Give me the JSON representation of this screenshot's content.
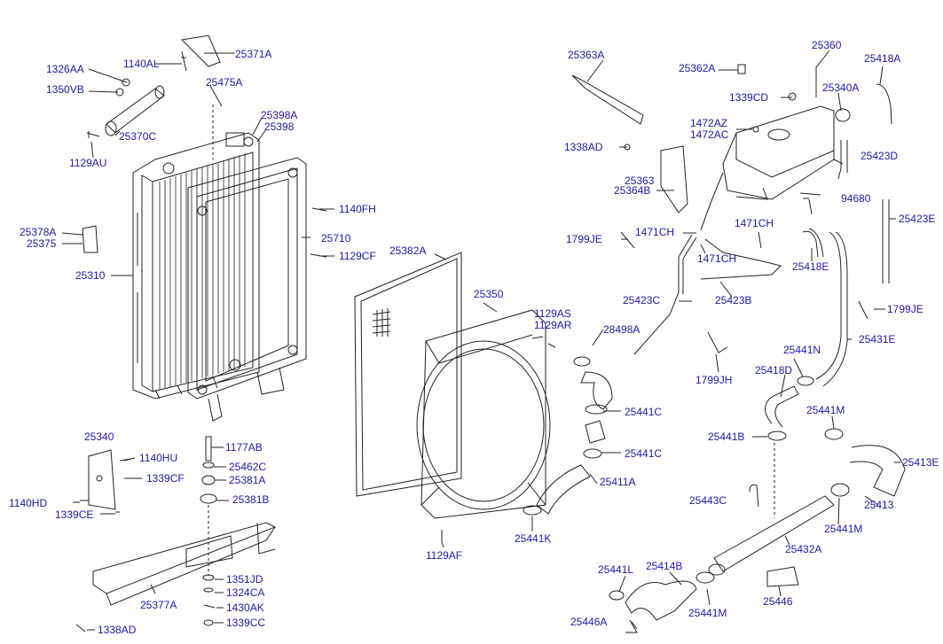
{
  "labels": [
    {
      "id": "l01",
      "text": "1326AA"
    },
    {
      "id": "l02",
      "text": "1140AL"
    },
    {
      "id": "l03",
      "text": "25371A"
    },
    {
      "id": "l04",
      "text": "1350VB"
    },
    {
      "id": "l05",
      "text": "25475A"
    },
    {
      "id": "l06",
      "text": "25398A"
    },
    {
      "id": "l07",
      "text": "25398"
    },
    {
      "id": "l08",
      "text": "25370C"
    },
    {
      "id": "l09",
      "text": "1129AU"
    },
    {
      "id": "l10",
      "text": "1140FH"
    },
    {
      "id": "l11",
      "text": "25378A"
    },
    {
      "id": "l12",
      "text": "25375"
    },
    {
      "id": "l13",
      "text": "25710"
    },
    {
      "id": "l14",
      "text": "1129CF"
    },
    {
      "id": "l15",
      "text": "25310"
    },
    {
      "id": "l16",
      "text": "25382A"
    },
    {
      "id": "l17",
      "text": "25340"
    },
    {
      "id": "l18",
      "text": "1140HU"
    },
    {
      "id": "l19",
      "text": "1339CF"
    },
    {
      "id": "l20",
      "text": "1140HD"
    },
    {
      "id": "l21",
      "text": "1339CE"
    },
    {
      "id": "l22",
      "text": "1177AB"
    },
    {
      "id": "l23",
      "text": "25462C"
    },
    {
      "id": "l24",
      "text": "25381A"
    },
    {
      "id": "l25",
      "text": "25381B"
    },
    {
      "id": "l26",
      "text": "1351JD"
    },
    {
      "id": "l27",
      "text": "1324CA"
    },
    {
      "id": "l28",
      "text": "25377A"
    },
    {
      "id": "l29",
      "text": "1430AK"
    },
    {
      "id": "l30",
      "text": "1338AD"
    },
    {
      "id": "l31",
      "text": "1339CC"
    },
    {
      "id": "l32",
      "text": "25350"
    },
    {
      "id": "l33",
      "text": "1129AS"
    },
    {
      "id": "l34",
      "text": "1129AR"
    },
    {
      "id": "l35",
      "text": "28498A"
    },
    {
      "id": "l36",
      "text": "25441C"
    },
    {
      "id": "l37",
      "text": "25441C"
    },
    {
      "id": "l38",
      "text": "25411A"
    },
    {
      "id": "l39",
      "text": "25441K"
    },
    {
      "id": "l40",
      "text": "1129AF"
    },
    {
      "id": "l41",
      "text": "25363A"
    },
    {
      "id": "l42",
      "text": "25362A"
    },
    {
      "id": "l43",
      "text": "25360"
    },
    {
      "id": "l44",
      "text": "25418A"
    },
    {
      "id": "l45",
      "text": "1339CD"
    },
    {
      "id": "l46",
      "text": "25340A"
    },
    {
      "id": "l47",
      "text": "1472AZ"
    },
    {
      "id": "l48",
      "text": "1472AC"
    },
    {
      "id": "l49",
      "text": "1338AD"
    },
    {
      "id": "l50",
      "text": "25423D"
    },
    {
      "id": "l51",
      "text": "25363"
    },
    {
      "id": "l52",
      "text": "25364B"
    },
    {
      "id": "l53",
      "text": "94680"
    },
    {
      "id": "l54",
      "text": "25423E"
    },
    {
      "id": "l55",
      "text": "1471CH"
    },
    {
      "id": "l56",
      "text": "1471CH"
    },
    {
      "id": "l57",
      "text": "1799JE"
    },
    {
      "id": "l58",
      "text": "1471CH"
    },
    {
      "id": "l59",
      "text": "25418E"
    },
    {
      "id": "l60",
      "text": "25423C"
    },
    {
      "id": "l61",
      "text": "25423B"
    },
    {
      "id": "l62",
      "text": "1799JE"
    },
    {
      "id": "l63",
      "text": "25431E"
    },
    {
      "id": "l64",
      "text": "25441N"
    },
    {
      "id": "l65",
      "text": "25418D"
    },
    {
      "id": "l66",
      "text": "1799JH"
    },
    {
      "id": "l67",
      "text": "25441M"
    },
    {
      "id": "l68",
      "text": "25441B"
    },
    {
      "id": "l69",
      "text": "25413E"
    },
    {
      "id": "l70",
      "text": "25443C"
    },
    {
      "id": "l71",
      "text": "25413"
    },
    {
      "id": "l72",
      "text": "25441M"
    },
    {
      "id": "l73",
      "text": "25432A"
    },
    {
      "id": "l74",
      "text": "25441L"
    },
    {
      "id": "l75",
      "text": "25414B"
    },
    {
      "id": "l76",
      "text": "25446"
    },
    {
      "id": "l77",
      "text": "25441M"
    },
    {
      "id": "l78",
      "text": "25446A"
    }
  ],
  "colors": {
    "label": "#1a1aa6",
    "line": "#222222"
  }
}
